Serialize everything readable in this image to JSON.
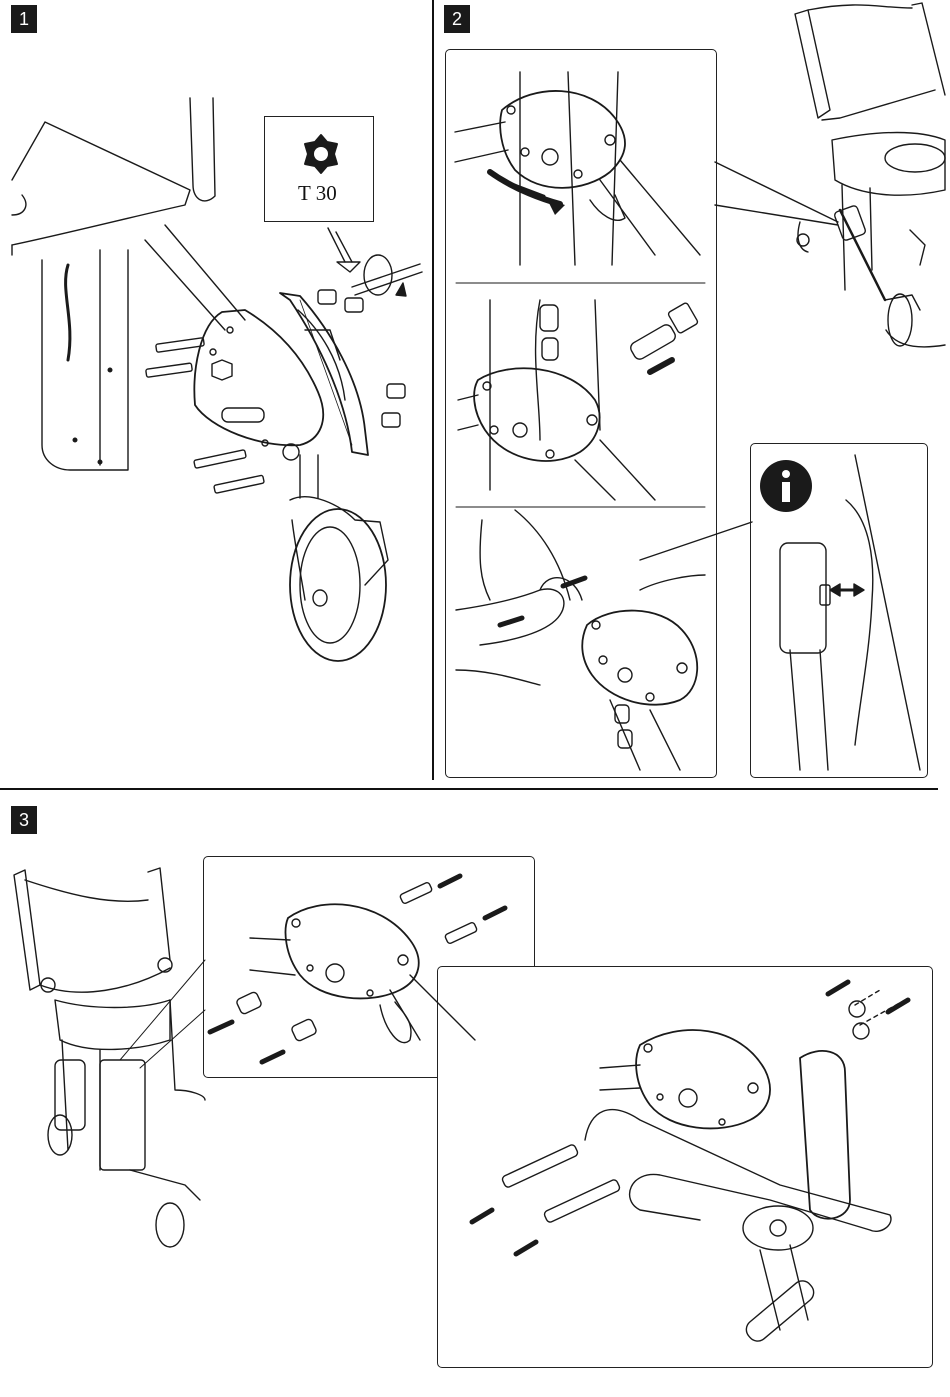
{
  "steps": [
    {
      "number": "1"
    },
    {
      "number": "2"
    },
    {
      "number": "3"
    }
  ],
  "tool": {
    "label": "T 30",
    "icon": "torx-bit-icon"
  },
  "info": {
    "icon": "info-icon"
  },
  "colors": {
    "ink": "#1a1a1a",
    "paper": "#ffffff"
  }
}
